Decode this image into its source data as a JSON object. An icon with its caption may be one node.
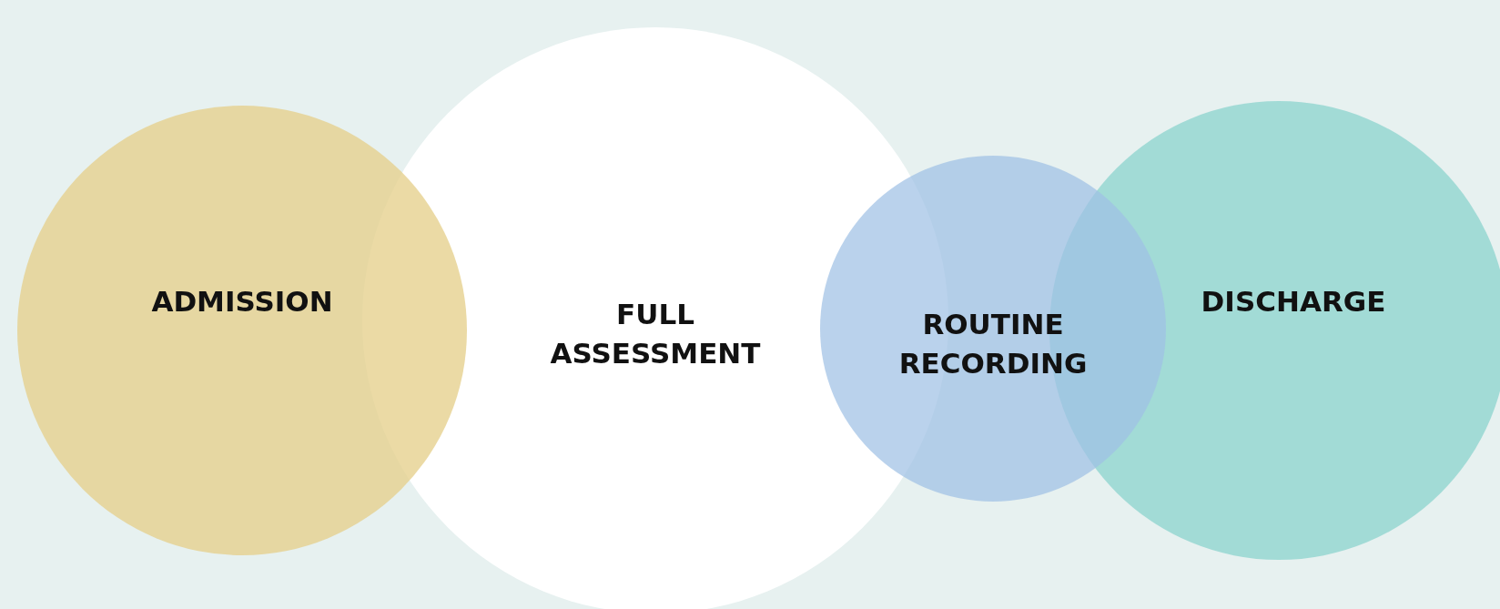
{
  "diagram": {
    "nodes": [
      {
        "text": [
          "ADMISSION"
        ]
      },
      {
        "text": [
          "FULL ASSESSMENT"
        ]
      },
      {
        "text": [
          "ROUTINE RECORDING"
        ]
      },
      {
        "text": [
          "DISCHARGE"
        ]
      }
    ]
  }
}
